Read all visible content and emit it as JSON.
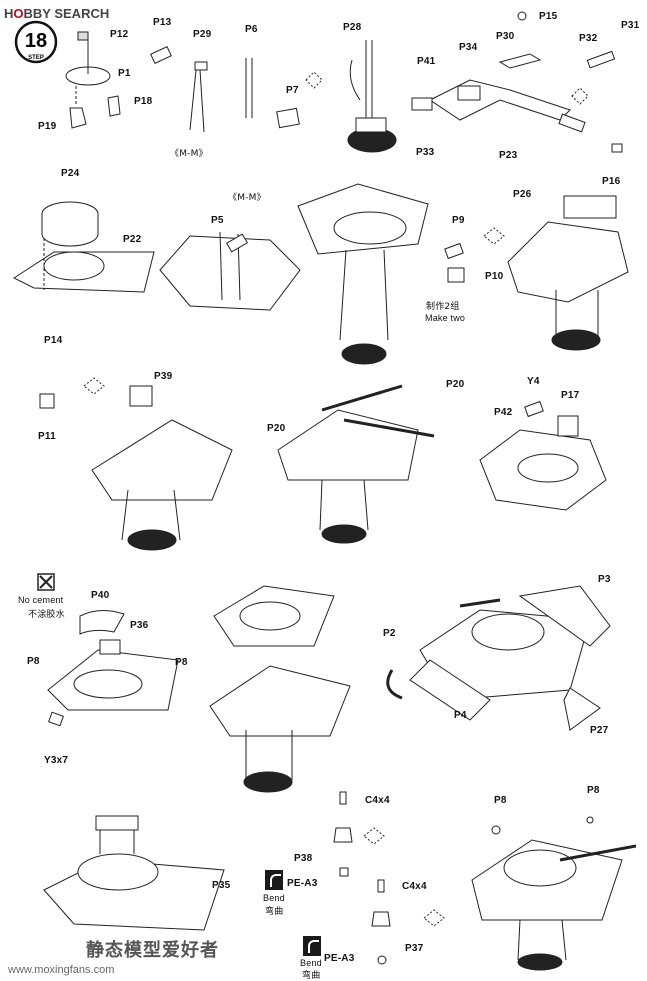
{
  "header": {
    "logo_prefix": "H",
    "logo_red": "O",
    "logo_rest": "BBY SEARCH",
    "step_number": "18",
    "step_word": "STEP"
  },
  "labels": {
    "p1": "P1",
    "p12": "P12",
    "p18": "P18",
    "p19": "P19",
    "p13": "P13",
    "p29": "P29",
    "mm1": "《M-M》",
    "p6": "P6",
    "p7": "P7",
    "p28": "P28",
    "p15": "P15",
    "p31": "P31",
    "p32": "P32",
    "p30": "P30",
    "p34": "P34",
    "p41": "P41",
    "p33": "P33",
    "p23": "P23",
    "p16": "P16",
    "p24": "P24",
    "p22": "P22",
    "mm2": "《M-M》",
    "p5": "P5",
    "p9": "P9",
    "p10": "P10",
    "make_two_cn": "制作2组",
    "make_two": "Make two",
    "p26": "P26",
    "p14": "P14",
    "p11": "P11",
    "p39": "P39",
    "p20a": "P20",
    "p20b": "P20",
    "y4": "Y4",
    "p17": "P17",
    "p42": "P42",
    "no_cement": "No cement",
    "no_cement_cn": "不涂胶水",
    "p40": "P40",
    "p36": "P36",
    "p8a": "P8",
    "p8b": "P8",
    "y3x7": "Y3x7",
    "p3": "P3",
    "p2": "P2",
    "p4": "P4",
    "p27": "P27",
    "c4x4a": "C4x4",
    "p38": "P38",
    "pe_a3a": "PE-A3",
    "bend_a": "Bend",
    "bend_cn_a": "弯曲",
    "c4x4b": "C4x4",
    "p37": "P37",
    "pe_a3b": "PE-A3",
    "bend_b": "Bend",
    "bend_cn_b": "弯曲",
    "p35": "P35",
    "p8c": "P8",
    "p8d": "P8"
  },
  "footer": {
    "watermark": "静态模型爱好者",
    "url": "www.moxingfans.com"
  }
}
